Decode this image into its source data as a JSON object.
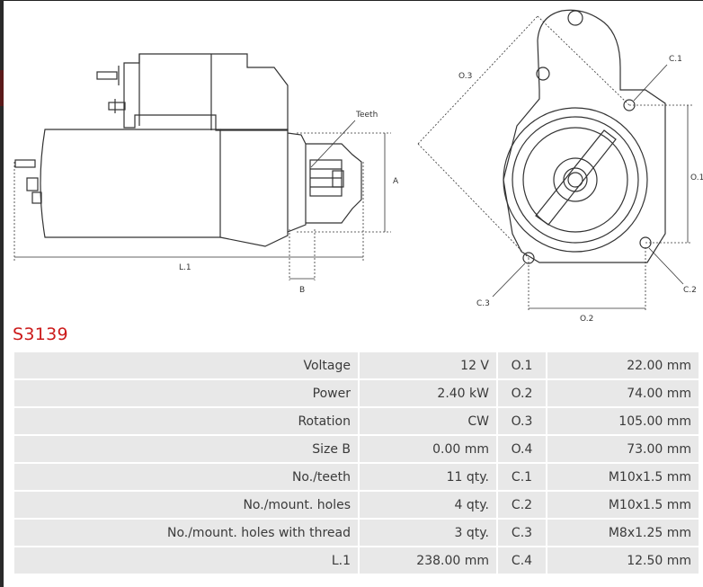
{
  "drawing": {
    "labels": {
      "teeth": "Teeth",
      "a": "A",
      "l1": "L.1",
      "b": "B",
      "o3": "O.3",
      "c1": "C.1",
      "o1": "O.1",
      "c2": "C.2",
      "c3": "C.3",
      "o2": "O.2"
    }
  },
  "product": {
    "code": "S3139"
  },
  "specs": [
    {
      "label": "Voltage",
      "value": "12 V",
      "code": "O.1",
      "measure": "22.00 mm"
    },
    {
      "label": "Power",
      "value": "2.40 kW",
      "code": "O.2",
      "measure": "74.00 mm"
    },
    {
      "label": "Rotation",
      "value": "CW",
      "code": "O.3",
      "measure": "105.00 mm"
    },
    {
      "label": "Size B",
      "value": "0.00 mm",
      "code": "O.4",
      "measure": "73.00 mm"
    },
    {
      "label": "No./teeth",
      "value": "11 qty.",
      "code": "C.1",
      "measure": "M10x1.5 mm"
    },
    {
      "label": "No./mount. holes",
      "value": "4 qty.",
      "code": "C.2",
      "measure": "M10x1.5 mm"
    },
    {
      "label": "No./mount. holes with thread",
      "value": "3 qty.",
      "code": "C.3",
      "measure": "M8x1.25 mm"
    },
    {
      "label": "L.1",
      "value": "238.00 mm",
      "code": "C.4",
      "measure": "12.50 mm"
    }
  ]
}
